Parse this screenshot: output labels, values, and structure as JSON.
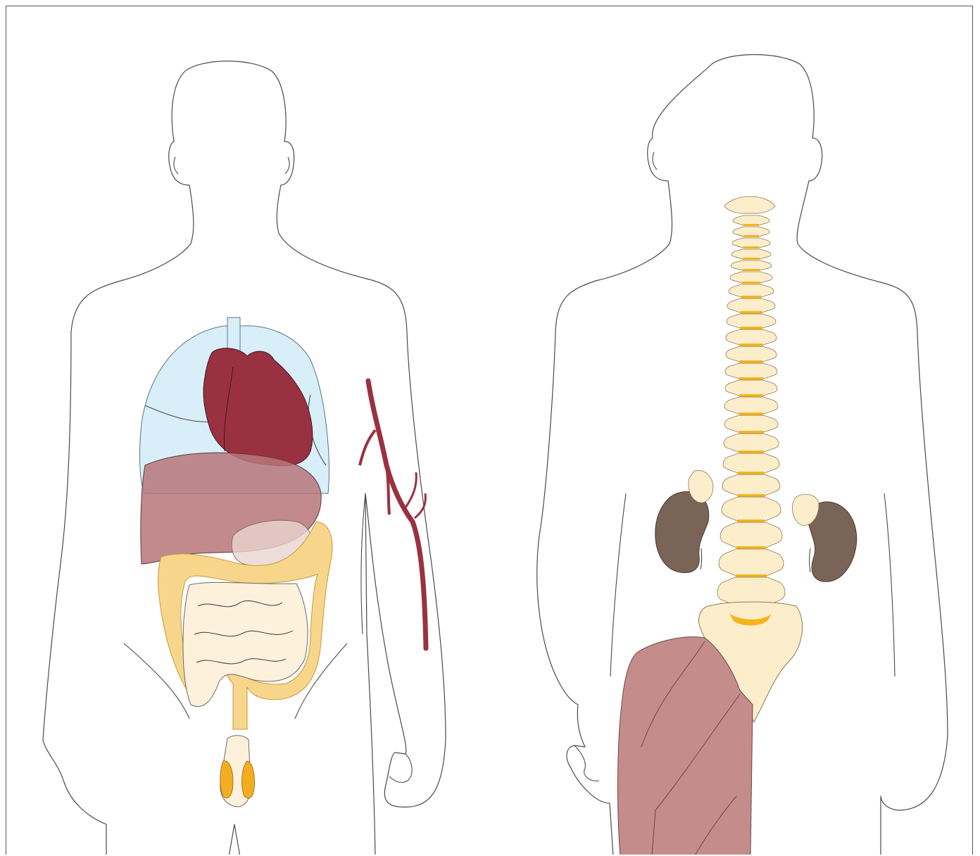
{
  "diagram": {
    "views": [
      "front",
      "back"
    ],
    "colors": {
      "outline": "#4a4a4a",
      "lung": "#d8eef8",
      "heart": "#9a3140",
      "liver": "#b9767a",
      "colon": "#f7d68c",
      "small_intestine": "#fdf1dc",
      "artery": "#9a3140",
      "bladder_gland": "#f4ad1e",
      "bone": "#fdeecb",
      "disc": "#f4b41c",
      "kidney": "#7a6457",
      "adrenal": "#fdeecb",
      "muscle": "#c48c8a"
    },
    "front_organs": [
      "lungs",
      "trachea",
      "heart",
      "liver",
      "stomach",
      "large-intestine",
      "small-intestine",
      "rectum",
      "prostate",
      "arm-artery"
    ],
    "back_organs": [
      "spine",
      "pelvis",
      "kidneys",
      "adrenal-glands",
      "thigh-muscle"
    ]
  }
}
